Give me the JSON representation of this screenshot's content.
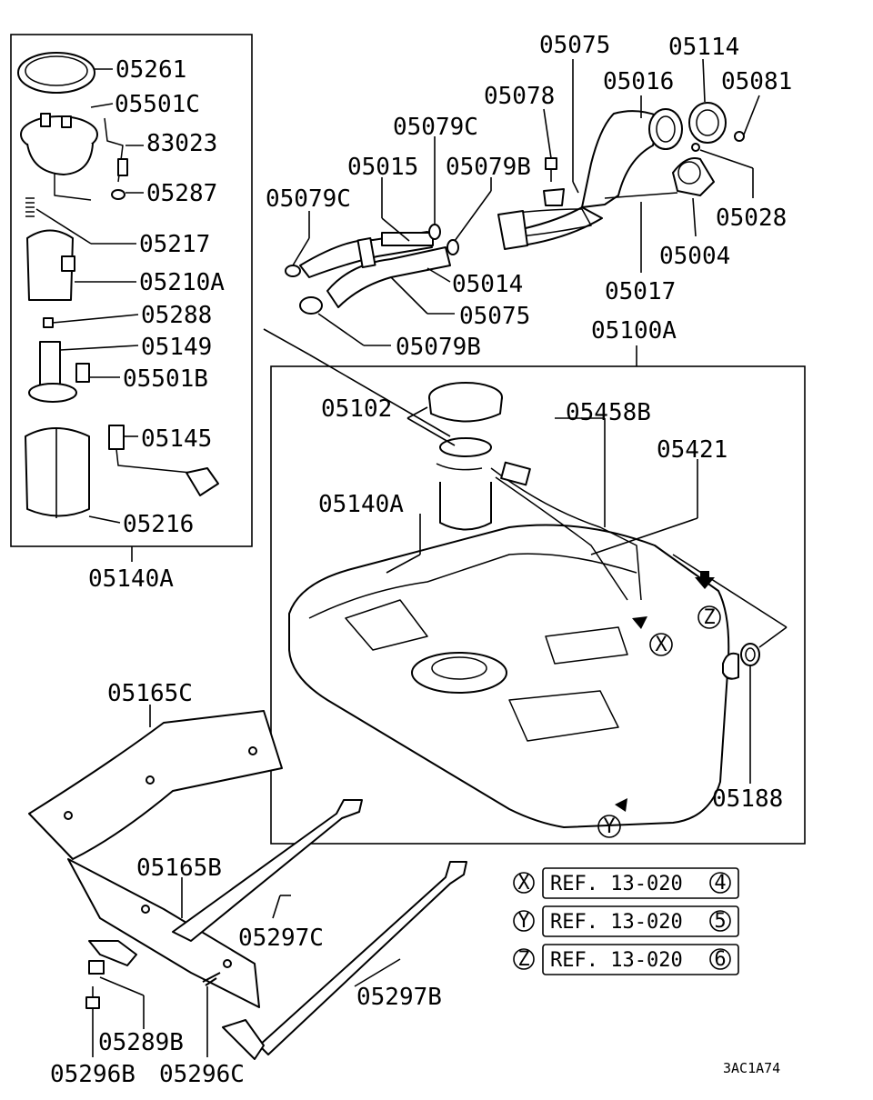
{
  "diagram": {
    "drawing_code": "3AC1A74",
    "labels": {
      "p05261": "05261",
      "p05501C": "05501C",
      "p83023": "83023",
      "p05287": "05287",
      "p05217": "05217",
      "p05210A": "05210A",
      "p05288": "05288",
      "p05149": "05149",
      "p05501B": "05501B",
      "p05145": "05145",
      "p05216": "05216",
      "p05140A_a": "05140A",
      "p05075_a": "05075",
      "p05114": "05114",
      "p05078": "05078",
      "p05016": "05016",
      "p05081": "05081",
      "p05079C_a": "05079C",
      "p05015": "05015",
      "p05079B_a": "05079B",
      "p05028": "05028",
      "p05079C_b": "05079C",
      "p05004": "05004",
      "p05014": "05014",
      "p05017": "05017",
      "p05075_b": "05075",
      "p05079B_b": "05079B",
      "p05100A": "05100A",
      "p05102": "05102",
      "p05458B": "05458B",
      "p05421": "05421",
      "p05140A_b": "05140A",
      "p05188": "05188",
      "p05165C": "05165C",
      "p05165B": "05165B",
      "p05297C": "05297C",
      "p05297B": "05297B",
      "p05289B": "05289B",
      "p05296B": "05296B",
      "p05296C": "05296C"
    },
    "callouts": {
      "x": "X",
      "y": "Y",
      "z": "Z"
    },
    "references": [
      {
        "marker": "X",
        "text": "REF. 13-020",
        "num": "4"
      },
      {
        "marker": "Y",
        "text": "REF. 13-020",
        "num": "5"
      },
      {
        "marker": "Z",
        "text": "REF. 13-020",
        "num": "6"
      }
    ]
  }
}
